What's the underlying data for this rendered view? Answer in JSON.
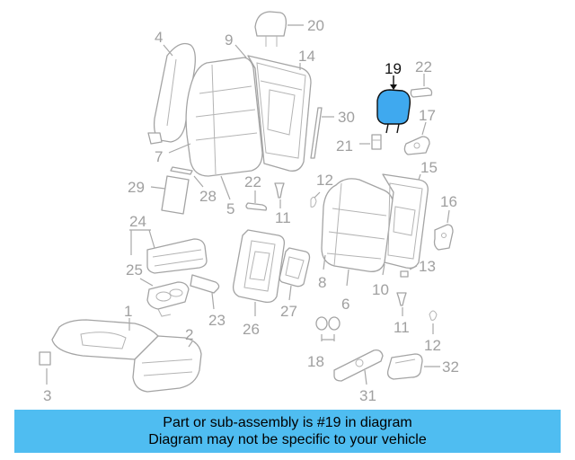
{
  "highlight": {
    "part_number": "19",
    "color": "#3fa9ef"
  },
  "callouts": {
    "c1": "1",
    "c2": "2",
    "c3": "3",
    "c4": "4",
    "c5": "5",
    "c6": "6",
    "c7": "7",
    "c8": "8",
    "c9": "9",
    "c10": "10",
    "c11a": "11",
    "c11b": "11",
    "c12a": "12",
    "c12b": "12",
    "c13": "13",
    "c14": "14",
    "c15": "15",
    "c16": "16",
    "c17": "17",
    "c18": "18",
    "c19": "19",
    "c20": "20",
    "c21": "21",
    "c22a": "22",
    "c22b": "22",
    "c23": "23",
    "c24": "24",
    "c25": "25",
    "c26": "26",
    "c27": "27",
    "c28": "28",
    "c29": "29",
    "c30": "30",
    "c31": "31",
    "c32": "32"
  },
  "banner": {
    "line1": "Part or sub-assembly is #19 in diagram",
    "line2": "Diagram may not be specific to your vehicle",
    "color": "#4fbdf1"
  }
}
